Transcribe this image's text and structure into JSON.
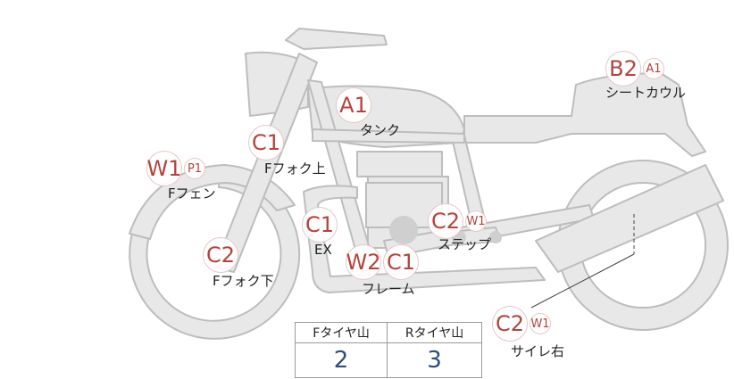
{
  "colors": {
    "accent": "#b5433d",
    "value_blue": "#2d4d7c",
    "bike_fill": "#e8e8e8",
    "bike_stroke": "#bdbdbd"
  },
  "parts": {
    "tank": {
      "label": "タンク",
      "codes": [
        "A1"
      ]
    },
    "seat_cowl": {
      "label": "シートカウル",
      "codes": [
        "B2",
        "A1"
      ]
    },
    "fork_upper": {
      "label": "Fフォク上",
      "codes": [
        "C1"
      ]
    },
    "fender": {
      "label": "Fフェン",
      "codes": [
        "W1",
        "P1"
      ]
    },
    "fork_lower": {
      "label": "Fフォク下",
      "codes": [
        "C2"
      ]
    },
    "exhaust": {
      "label": "EX",
      "codes": [
        "C1"
      ]
    },
    "step": {
      "label": "ステップ",
      "codes": [
        "C2",
        "W1"
      ]
    },
    "frame": {
      "label": "フレーム",
      "codes": [
        "W2",
        "C1"
      ]
    },
    "muffler_right": {
      "label": "サイレ右",
      "codes": [
        "C2",
        "W1"
      ]
    }
  },
  "tread_table": {
    "headers": [
      "Fタイヤ山",
      "Rタイヤ山"
    ],
    "values": [
      "2",
      "3"
    ]
  }
}
